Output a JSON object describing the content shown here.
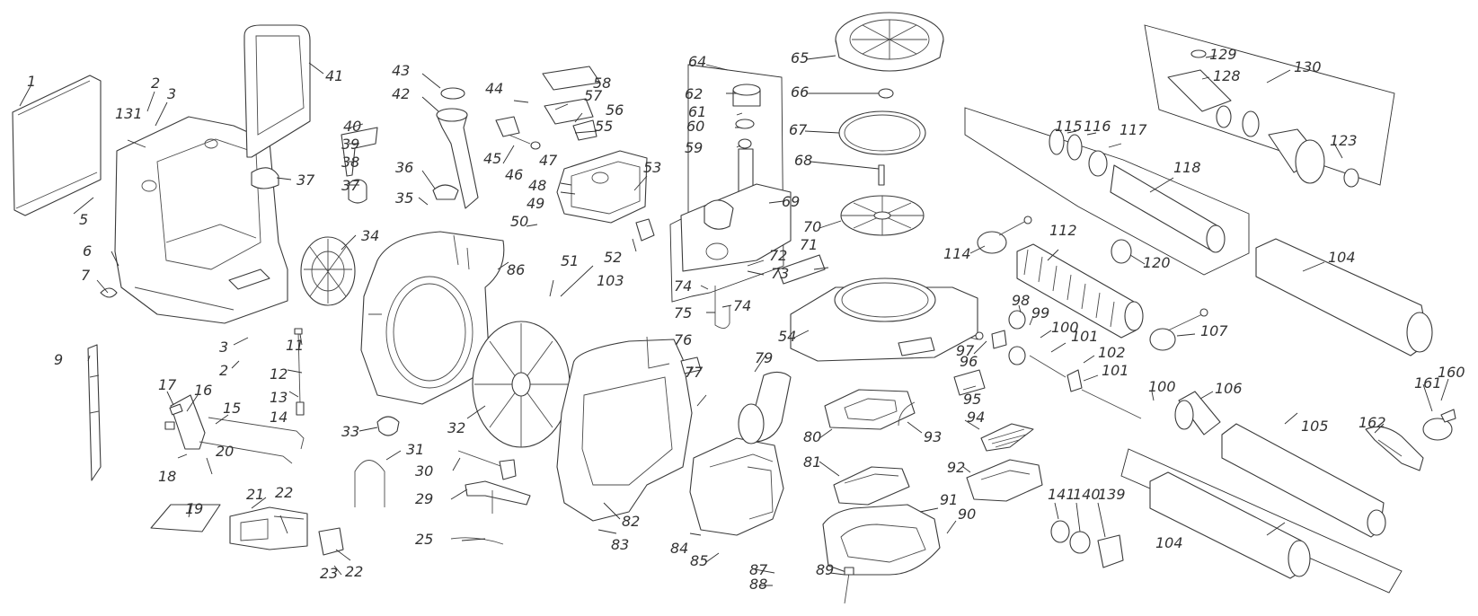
{
  "callouts": [
    "1",
    "2",
    "3",
    "131",
    "5",
    "6",
    "7",
    "9",
    "3",
    "2",
    "17",
    "16",
    "15",
    "18",
    "20",
    "19",
    "21",
    "22",
    "23",
    "22",
    "41",
    "40",
    "39",
    "38",
    "37",
    "37",
    "34",
    "11",
    "12",
    "13",
    "14",
    "33",
    "31",
    "43",
    "42",
    "36",
    "35",
    "86",
    "32",
    "30",
    "29",
    "25",
    "44",
    "58",
    "57",
    "56",
    "55",
    "45",
    "46",
    "47",
    "48",
    "49",
    "53",
    "50",
    "52",
    "51",
    "103",
    "76",
    "77",
    "82",
    "83",
    "84",
    "85",
    "79",
    "64",
    "62",
    "61",
    "60",
    "59",
    "69",
    "72",
    "73",
    "74",
    "75",
    "74",
    "65",
    "66",
    "67",
    "68",
    "70",
    "71",
    "54",
    "97",
    "96",
    "95",
    "80",
    "93",
    "94",
    "92",
    "81",
    "91",
    "90",
    "87",
    "88",
    "89",
    "115",
    "116",
    "117",
    "118",
    "114",
    "112",
    "120",
    "98",
    "99",
    "100",
    "101",
    "102",
    "101",
    "107",
    "100",
    "106",
    "105",
    "104",
    "130",
    "129",
    "128",
    "123",
    "104",
    "160",
    "161",
    "162",
    "141",
    "140",
    "139"
  ]
}
